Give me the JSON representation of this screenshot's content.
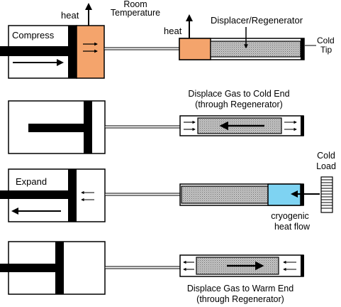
{
  "labels": {
    "heat_left": "heat",
    "heat_right": "heat",
    "room_temperature_line1": "Room",
    "room_temperature_line2": "Temperature",
    "displacer_regenerator": "Displacer/Regenerator",
    "cold_tip_line1": "Cold",
    "cold_tip_line2": "Tip",
    "compress": "Compress",
    "displace_cold_line1": "Displace Gas to Cold End",
    "displace_cold_line2": "(through Regenerator)",
    "expand": "Expand",
    "cold_load_line1": "Cold",
    "cold_load_line2": "Load",
    "cryogenic_line1": "cryogenic",
    "cryogenic_line2": "heat flow",
    "displace_warm_line1": "Displace Gas to Warm End",
    "displace_warm_line2": "(through Regenerator)"
  },
  "colors": {
    "hot_region": "#f4a46c",
    "cold_region": "#7ed3f2",
    "regenerator_fill": "#b8b8b8",
    "outline": "#000000",
    "background": "#ffffff"
  },
  "stages": [
    {
      "name": "compress"
    },
    {
      "name": "displace-to-cold-end"
    },
    {
      "name": "expand"
    },
    {
      "name": "displace-to-warm-end"
    }
  ]
}
